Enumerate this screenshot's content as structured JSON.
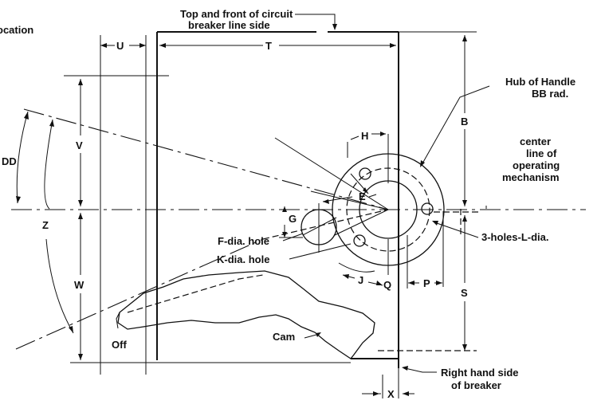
{
  "labels": {
    "location_frag": "ocation",
    "top_front_1": "Top and front of circuit",
    "top_front_2": "breaker line side",
    "hub_1": "Hub of Handle",
    "hub_2": "BB rad.",
    "center_1": "center",
    "center_2": "line of",
    "center_3": "operating",
    "center_4": "mechanism",
    "f_hole": "F-dia. hole",
    "k_hole": "K-dia. hole",
    "three_holes": "3-holes-L-dia.",
    "cam": "Cam",
    "off": "Off",
    "rhs_1": "Right hand side",
    "rhs_2": "of breaker"
  },
  "dims": {
    "U": "U",
    "T": "T",
    "B": "B",
    "V": "V",
    "DD": "DD",
    "Z": "Z",
    "W": "W",
    "S": "S",
    "H": "H",
    "E": "E",
    "G": "G",
    "J": "J",
    "Q": "Q",
    "P": "P",
    "X": "X"
  }
}
